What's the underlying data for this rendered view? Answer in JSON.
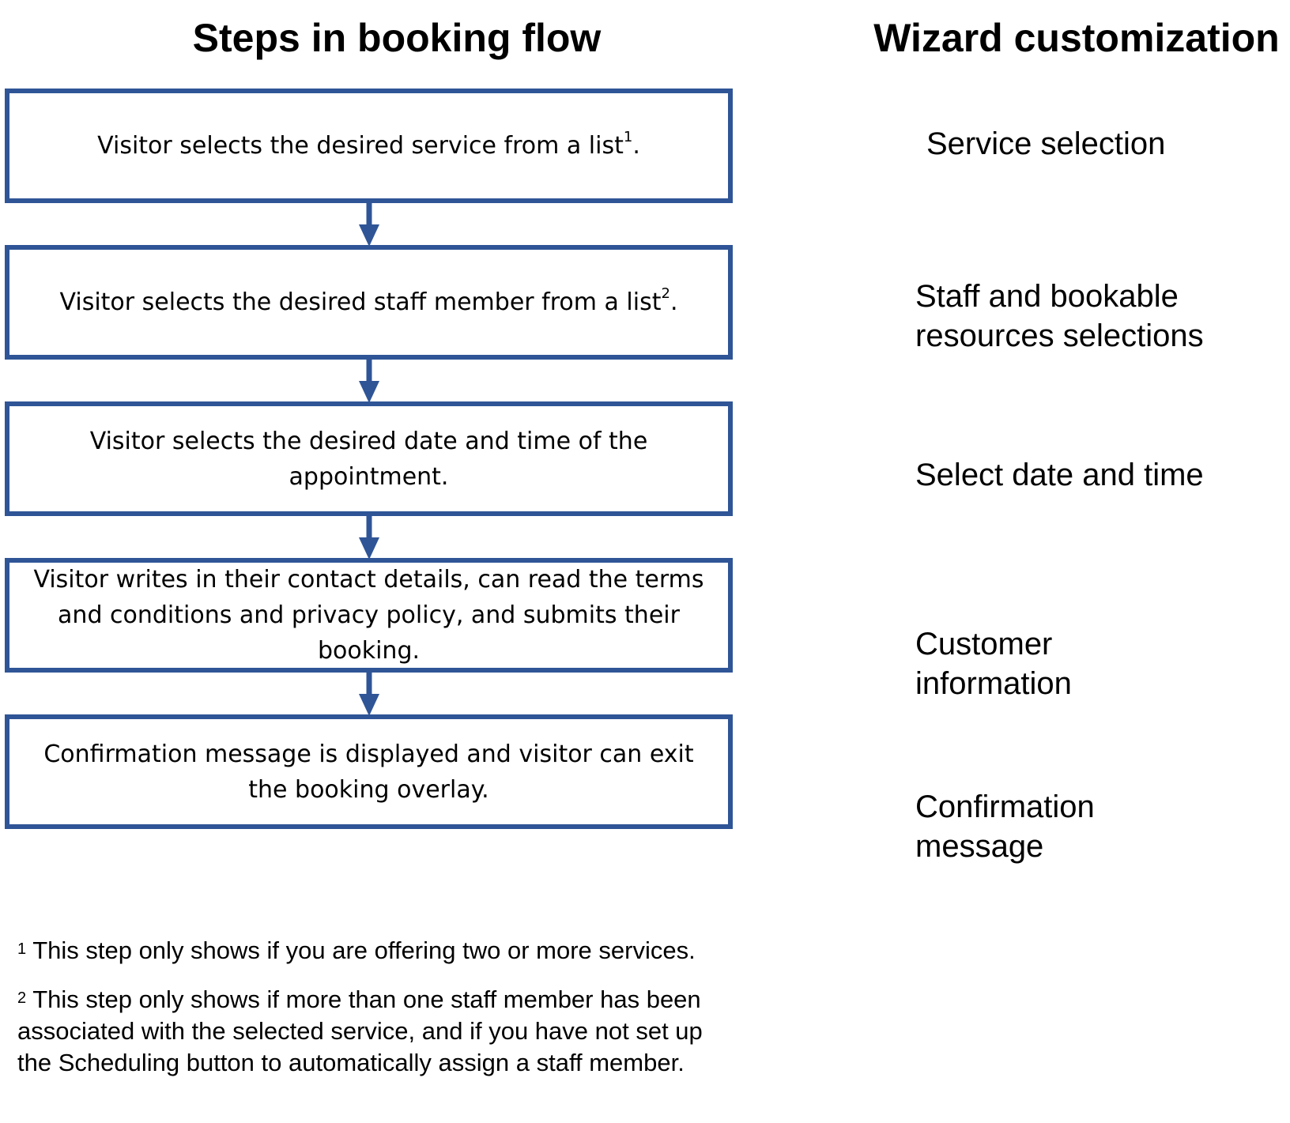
{
  "headings": {
    "left": "Steps in booking flow",
    "right": "Wizard customization"
  },
  "steps": [
    {
      "text": "Visitor selects the desired service from a list",
      "note": "1",
      "end": "."
    },
    {
      "text": "Visitor selects the desired staff member from a list",
      "note": "2",
      "end": "."
    },
    {
      "text": "Visitor selects the desired date and time of the appointment.",
      "note": "",
      "end": ""
    },
    {
      "text": "Visitor writes in their contact details, can read the terms and conditions and privacy policy, and submits their booking.",
      "note": "",
      "end": ""
    },
    {
      "text": "Confirmation message is displayed and visitor can exit the booking overlay.",
      "note": "",
      "end": ""
    }
  ],
  "wizard": [
    {
      "line1": "Service selection",
      "line2": ""
    },
    {
      "line1": "Staff and bookable",
      "line2": "resources selections"
    },
    {
      "line1": "Select date and time",
      "line2": ""
    },
    {
      "line1": "Customer",
      "line2": "information"
    },
    {
      "line1": "Confirmation",
      "line2": "message"
    }
  ],
  "footnotes": [
    {
      "mark": "1",
      "text": "This step only shows if you are offering two or more services."
    },
    {
      "mark": "2",
      "text": "This step only shows if more than one staff member has been associated with the selected service, and if you have not set up the Scheduling button to automatically assign a staff member."
    }
  ],
  "colors": {
    "box_border": "#2f5597",
    "arrow": "#2f5597"
  }
}
